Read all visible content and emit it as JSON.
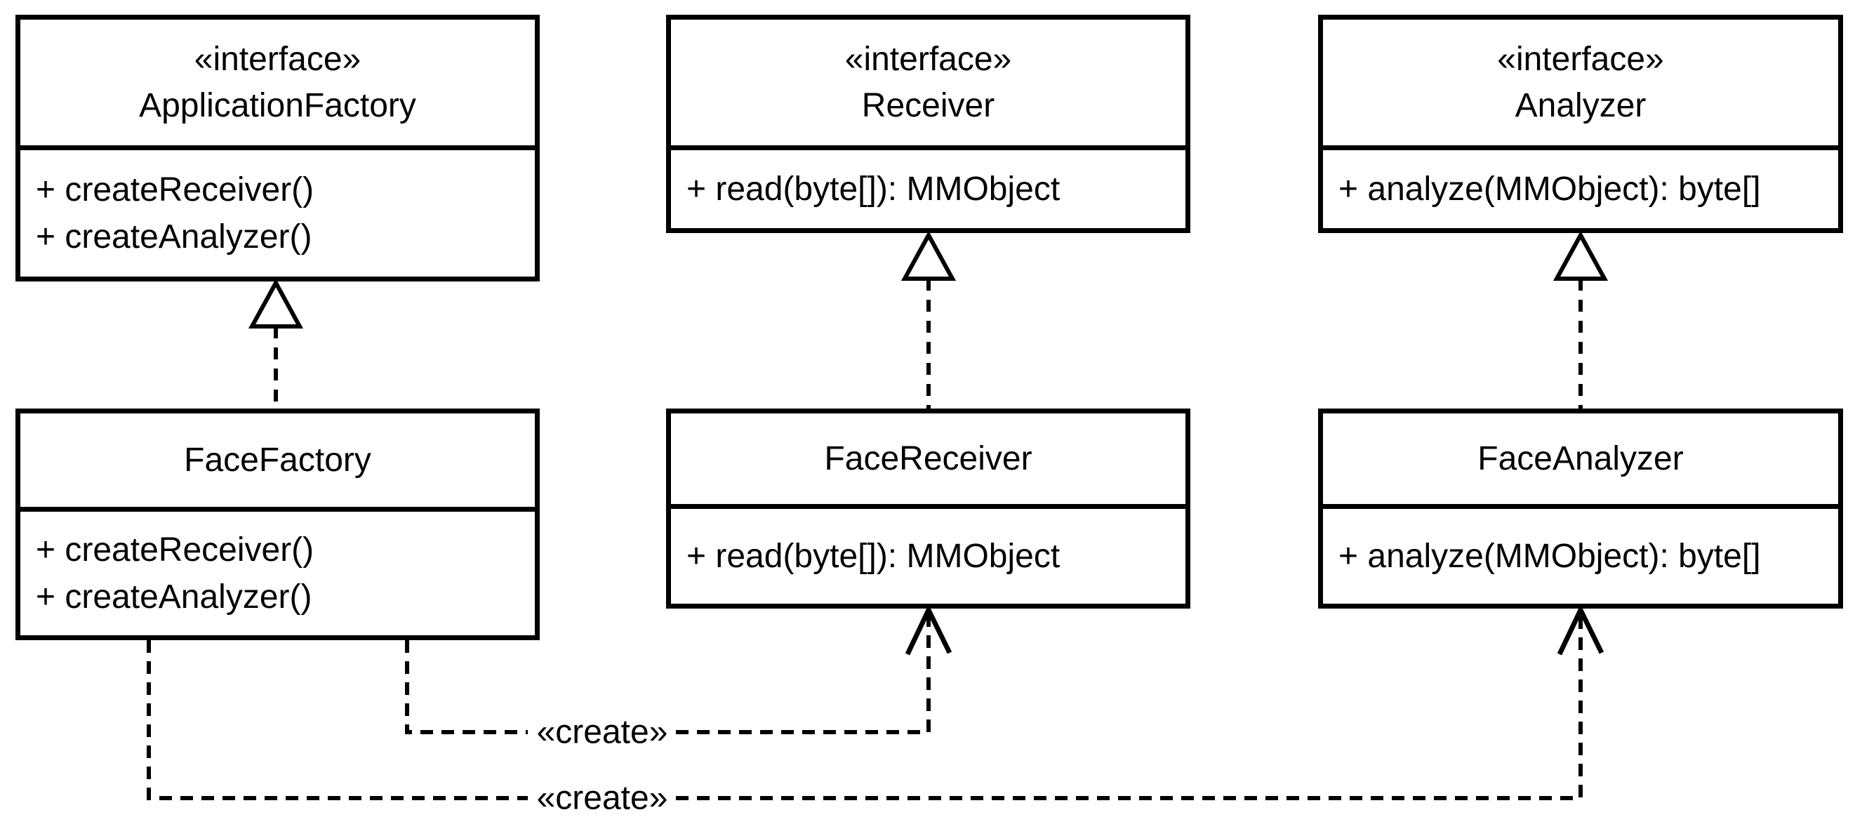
{
  "diagram": {
    "type": "uml-class-diagram",
    "classes": [
      {
        "stereotype": "«interface»",
        "name": "ApplicationFactory",
        "methods": [
          "+ createReceiver()",
          "+ createAnalyzer()"
        ]
      },
      {
        "stereotype": "«interface»",
        "name": "Receiver",
        "methods": [
          "+ read(byte[]): MMObject"
        ]
      },
      {
        "stereotype": "«interface»",
        "name": "Analyzer",
        "methods": [
          "+ analyze(MMObject): byte[]"
        ]
      },
      {
        "stereotype": "",
        "name": "FaceFactory",
        "methods": [
          "+ createReceiver()",
          "+ createAnalyzer()"
        ]
      },
      {
        "stereotype": "",
        "name": "FaceReceiver",
        "methods": [
          "+ read(byte[]): MMObject"
        ]
      },
      {
        "stereotype": "",
        "name": "FaceAnalyzer",
        "methods": [
          "+ analyze(MMObject): byte[]"
        ]
      }
    ],
    "relationships": {
      "realizations": [
        {
          "from": "FaceFactory",
          "to": "ApplicationFactory"
        },
        {
          "from": "FaceReceiver",
          "to": "Receiver"
        },
        {
          "from": "FaceAnalyzer",
          "to": "Analyzer"
        }
      ],
      "dependencies": [
        {
          "from": "FaceFactory",
          "to": "FaceReceiver",
          "label": "«create»"
        },
        {
          "from": "FaceFactory",
          "to": "FaceAnalyzer",
          "label": "«create»"
        }
      ]
    },
    "colors": {
      "background": "#ffffff",
      "line": "#000000",
      "text": "#000000"
    }
  }
}
